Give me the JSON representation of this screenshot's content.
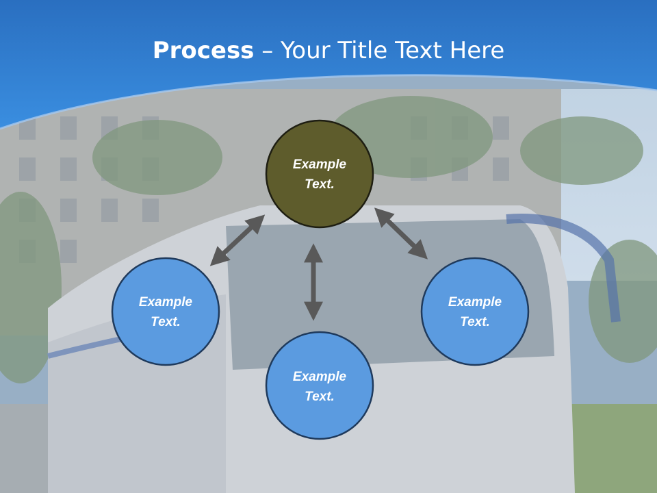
{
  "slide": {
    "title_bold": "Process",
    "title_rest": " – Your Title Text Here",
    "nodes": [
      {
        "id": "top",
        "line1": "Example",
        "line2": "Text."
      },
      {
        "id": "left",
        "line1": "Example",
        "line2": "Text."
      },
      {
        "id": "bottom",
        "line1": "Example",
        "line2": "Text."
      },
      {
        "id": "right",
        "line1": "Example",
        "line2": "Text."
      }
    ],
    "colors": {
      "header_blue": "#2e7fd0",
      "node_blue": "#5b9be0",
      "node_olive": "#5e5c2c",
      "node_border": "#1f3a5c",
      "arrow": "#595959"
    }
  }
}
